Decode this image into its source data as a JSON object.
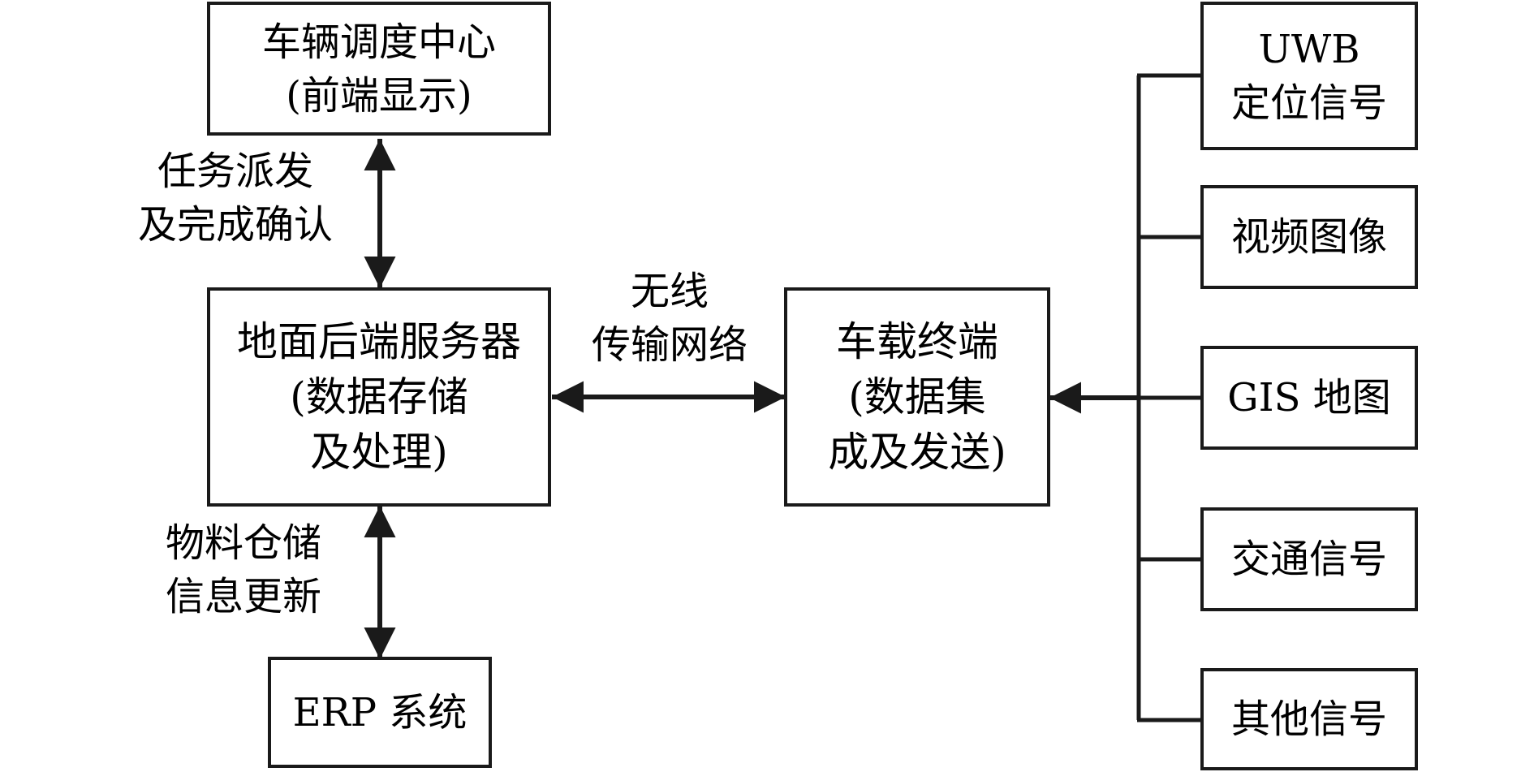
{
  "dispatch_center": {
    "line1": "车辆调度中心",
    "line2": "(前端显示)"
  },
  "task_label": {
    "line1": "任务派发",
    "line2": "及完成确认"
  },
  "backend_server": {
    "line1": "地面后端服务器",
    "line2": "(数据存储",
    "line3": "及处理)"
  },
  "wireless_label": {
    "line1": "无线",
    "line2": "传输网络"
  },
  "vehicle_terminal": {
    "line1": "车载终端",
    "line2": "(数据集",
    "line3": "成及发送)"
  },
  "storage_label": {
    "line1": "物料仓储",
    "line2": "信息更新"
  },
  "erp_system": {
    "label": "ERP 系统"
  },
  "signals": {
    "uwb": {
      "line1": "UWB",
      "line2": "定位信号"
    },
    "video": {
      "label": "视频图像"
    },
    "gis": {
      "label": "GIS 地图"
    },
    "traffic": {
      "label": "交通信号"
    },
    "other": {
      "label": "其他信号"
    }
  },
  "colors": {
    "line": "#1a1a1a",
    "text": "#000000",
    "background": "#ffffff"
  }
}
